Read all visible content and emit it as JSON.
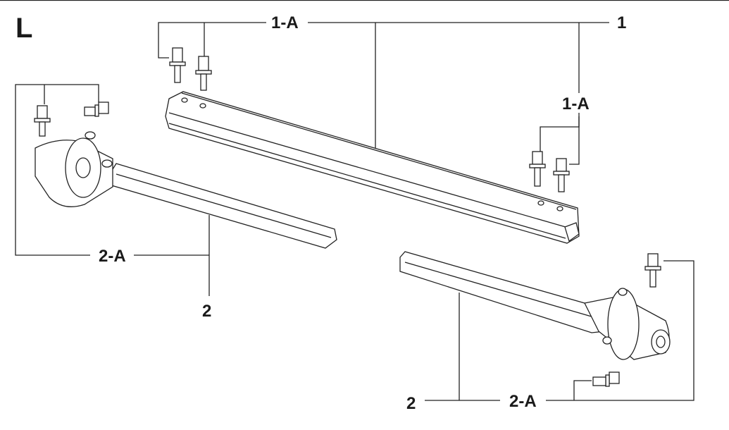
{
  "diagram": {
    "view_label": "L",
    "labels": {
      "top_1a": "1-A",
      "top_1": "1",
      "right_1a": "1-A",
      "left_2a": "2-A",
      "left_2": "2",
      "bottom_2": "2",
      "bottom_2a": "2-A"
    }
  }
}
